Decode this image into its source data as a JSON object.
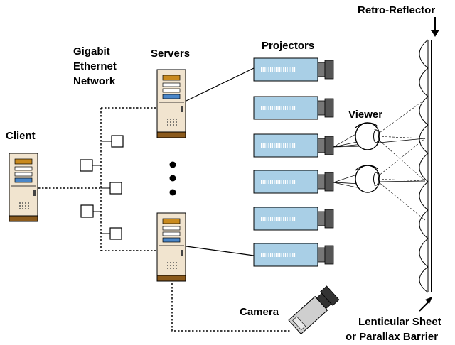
{
  "labels": {
    "retro_reflector": "Retro-Reflector",
    "network_line1": "Gigabit",
    "network_line2": "Ethernet",
    "network_line3": "Network",
    "servers": "Servers",
    "projectors": "Projectors",
    "viewer": "Viewer",
    "client": "Client",
    "camera": "Camera",
    "sheet_line1": "Lenticular Sheet",
    "sheet_line2": "or Parallax Barrier"
  },
  "colors": {
    "projector_body": "#a9cfe6",
    "projector_stripe": "#ffffff",
    "projector_lens": "#555555",
    "tower_body": "#f1e4cf",
    "tower_base": "#8b5a1c",
    "camera_body": "#cfcfcf",
    "line": "#000000"
  },
  "icons": {
    "projector": "projector-icon",
    "tower": "computer-tower-icon",
    "camera": "video-camera-icon",
    "eye": "eye-icon",
    "switch_port": "network-port-icon"
  }
}
